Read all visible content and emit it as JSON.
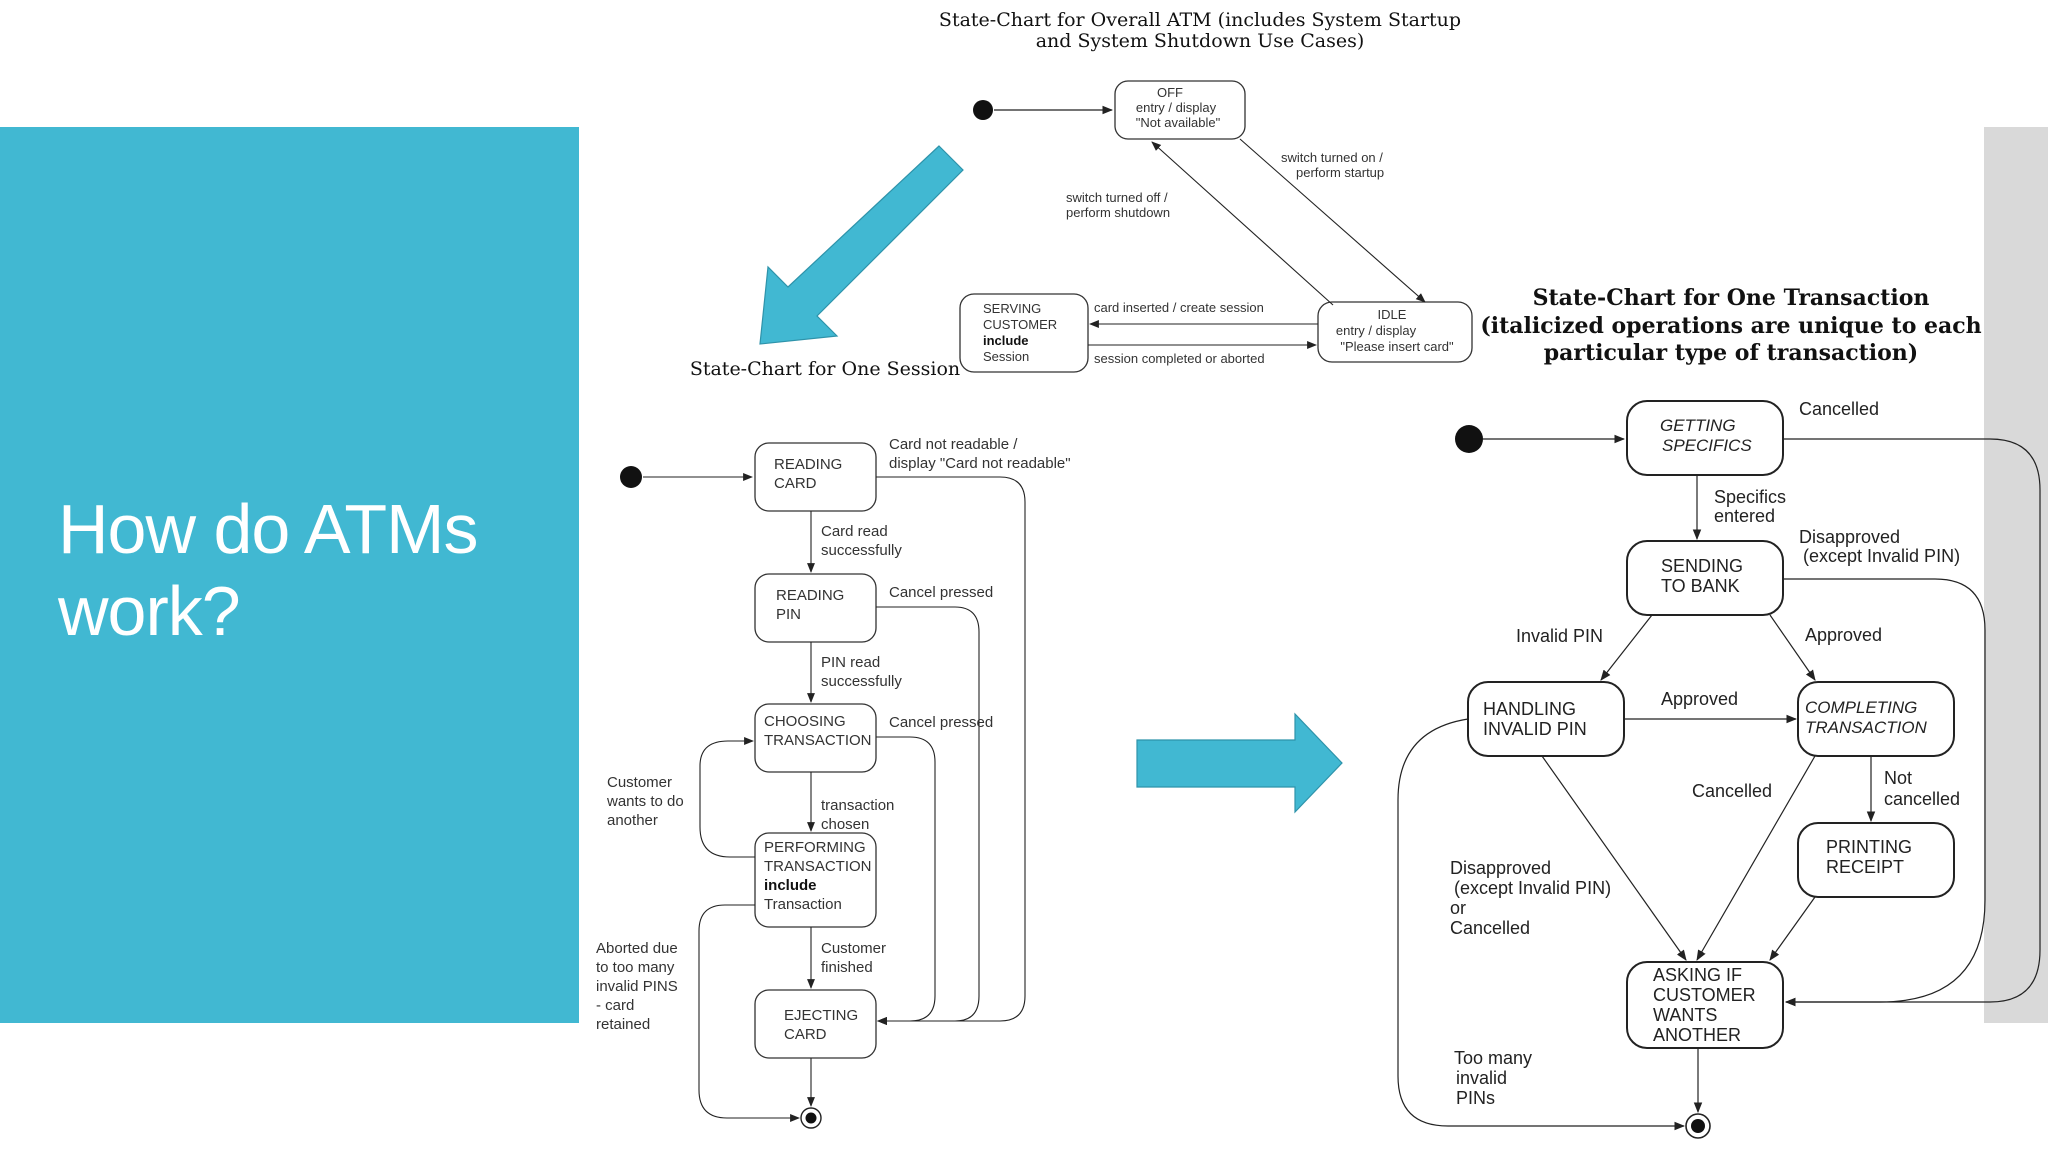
{
  "slide": {
    "title_line1": "How do ATMs",
    "title_line2": "work?"
  },
  "colors": {
    "accent_teal": "#41b8d2",
    "gray_strip": "#d9d9d9",
    "ink": "#222222"
  },
  "overall": {
    "title_line1": "State-Chart for Overall ATM (includes System Startup",
    "title_line2": "and System Shutdown Use Cases)",
    "off": [
      "OFF",
      "entry / display",
      "\"Not available\""
    ],
    "idle": [
      "IDLE",
      "entry / display",
      "\"Please insert card\""
    ],
    "serving": [
      "SERVING",
      "CUSTOMER",
      "include",
      "Session"
    ],
    "t_startup": [
      "switch turned on /",
      "perform startup"
    ],
    "t_shutdown": [
      "switch turned off /",
      "perform shutdown"
    ],
    "t_card": "card inserted / create session",
    "t_session_done": "session completed or aborted"
  },
  "session": {
    "title": "State-Chart for One Session",
    "reading_card": [
      "READING",
      "CARD"
    ],
    "reading_pin": [
      "READING",
      "PIN"
    ],
    "choosing": [
      "CHOOSING",
      "TRANSACTION"
    ],
    "performing": [
      "PERFORMING",
      "TRANSACTION",
      "include",
      "Transaction"
    ],
    "ejecting": [
      "EJECTING",
      "CARD"
    ],
    "t_card_not_readable": [
      "Card not readable /",
      "display \"Card not readable\""
    ],
    "t_card_read": [
      "Card read",
      "successfully"
    ],
    "t_cancel1": "Cancel pressed",
    "t_pin_read": [
      "PIN read",
      "successfully"
    ],
    "t_cancel2": "Cancel pressed",
    "t_another": [
      "Customer",
      "wants to do",
      "another"
    ],
    "t_chosen": [
      "transaction",
      "chosen"
    ],
    "t_finished": [
      "Customer",
      "finished"
    ],
    "t_aborted": [
      "Aborted due",
      "to too many",
      "invalid PINS",
      "- card",
      "retained"
    ]
  },
  "transaction": {
    "title_line1": "State-Chart for One Transaction",
    "title_line2": "(italicized operations are unique to each",
    "title_line3": "particular type of transaction)",
    "getting": [
      "GETTING",
      "SPECIFICS"
    ],
    "sending": [
      "SENDING",
      "TO BANK"
    ],
    "handling": [
      "HANDLING",
      "INVALID  PIN"
    ],
    "completing": [
      "COMPLETING",
      "TRANSACTION"
    ],
    "printing": [
      "PRINTING",
      "RECEIPT"
    ],
    "asking": [
      "ASKING IF",
      "CUSTOMER",
      "WANTS",
      "ANOTHER"
    ],
    "t_cancelled_top": "Cancelled",
    "t_specifics": [
      "Specifics",
      "entered"
    ],
    "t_disapproved_right": [
      "Disapproved",
      "(except Invalid PIN)"
    ],
    "t_invalid_pin": "Invalid PIN",
    "t_approved_right": "Approved",
    "t_approved_mid": "Approved",
    "t_cancelled_mid": "Cancelled",
    "t_not_cancelled": [
      "Not",
      "cancelled"
    ],
    "t_disapproved_left": [
      "Disapproved",
      "(except Invalid PIN)",
      "or",
      "Cancelled"
    ],
    "t_too_many": [
      "Too many",
      "invalid",
      "PINs"
    ]
  }
}
